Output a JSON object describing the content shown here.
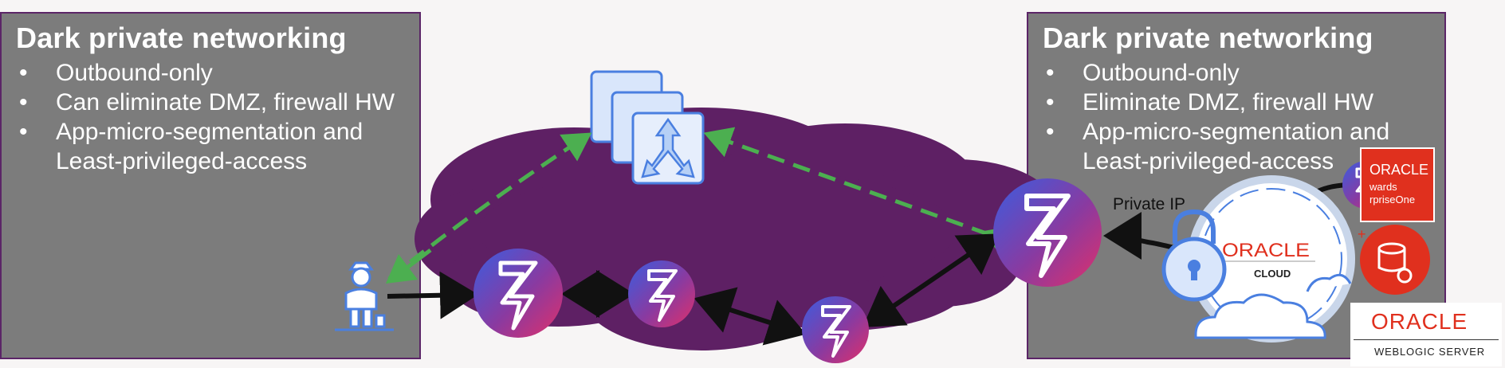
{
  "left_panel": {
    "title": "Dark private networking",
    "bullets": [
      "Outbound-only",
      "Can eliminate DMZ, firewall HW",
      "App-micro-segmentation and\nLeast-privileged-access"
    ],
    "bullet_lines": [
      "Outbound-only",
      "Can eliminate DMZ, firewall HW",
      "App-micro-segmentation and",
      "Least-privileged-access"
    ]
  },
  "right_panel": {
    "title": "Dark private networking",
    "bullet_lines": [
      "Outbound-only",
      "Eliminate DMZ, firewall HW",
      "App-micro-segmentation and",
      "Least-privileged-access"
    ]
  },
  "bullet_glyph": "•",
  "labels": {
    "private_ip": "Private IP",
    "oracle_cloud_brand": "ORACLE",
    "oracle_cloud_sub": "CLOUD",
    "jde_brand": "ORACLE",
    "jde_line1": "wards",
    "jde_line2": "rpriseOne",
    "weblogic_brand": "ORACLE",
    "weblogic_sub": "WEBLOGIC SERVER"
  },
  "colors": {
    "panel_bg": "#7c7c7c",
    "panel_border": "#5b2567",
    "cloud": "#5e2064",
    "dashed_arrow": "#4caf50",
    "oracle_red": "#e0301e",
    "icon_blue": "#4a7fe0"
  }
}
